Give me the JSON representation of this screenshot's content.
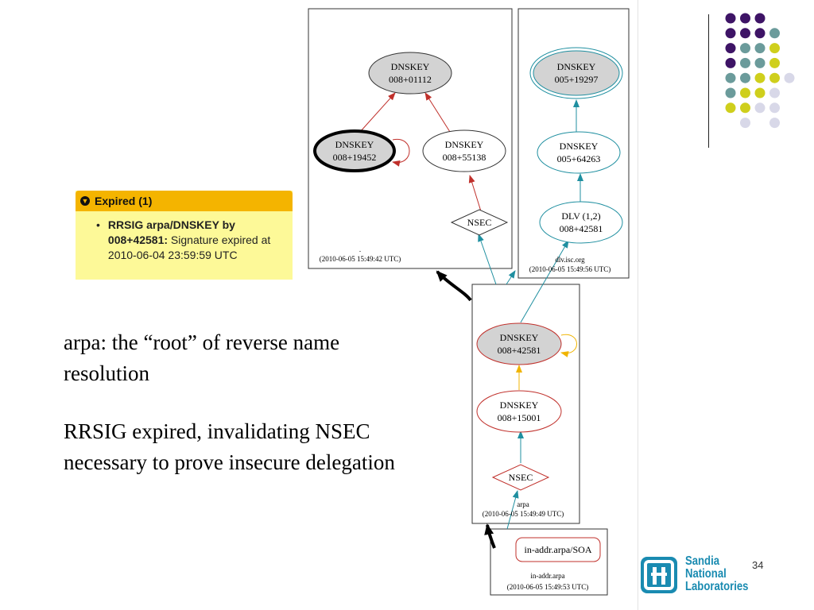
{
  "expired_panel": {
    "header": "Expired (1)",
    "item_bold": "RRSIG arpa/DNSKEY by 008+42581:",
    "item_text": " Signature expired at 2010-06-04 23:59:59 UTC"
  },
  "slide_text": {
    "paragraph1": "arpa: the “root” of reverse name resolution",
    "paragraph2": "RRSIG expired, invalidating NSEC necessary to prove insecure delegation"
  },
  "diagram": {
    "root": {
      "label": ".",
      "timestamp": "(2010-06-05 15:49:42 UTC)",
      "nodes": {
        "ksk_top": [
          "DNSKEY",
          "008+01112"
        ],
        "ksk_left": [
          "DNSKEY",
          "008+19452"
        ],
        "zsk_right": [
          "DNSKEY",
          "008+55138"
        ],
        "nsec": "NSEC"
      }
    },
    "dlv": {
      "label": "dlv.isc.org",
      "timestamp": "(2010-06-05 15:49:56 UTC)",
      "nodes": {
        "ksk_top": [
          "DNSKEY",
          "005+19297"
        ],
        "zsk": [
          "DNSKEY",
          "005+64263"
        ],
        "dlv": [
          "DLV (1,2)",
          "008+42581"
        ]
      }
    },
    "arpa": {
      "label": "arpa",
      "timestamp": "(2010-06-05 15:49:49 UTC)",
      "nodes": {
        "ksk": [
          "DNSKEY",
          "008+42581"
        ],
        "zsk": [
          "DNSKEY",
          "008+15001"
        ],
        "nsec": "NSEC"
      }
    },
    "inaddr": {
      "label": "in-addr.arpa",
      "timestamp": "(2010-06-05 15:49:53 UTC)",
      "nodes": {
        "soa": "in-addr.arpa/SOA"
      }
    }
  },
  "logo": {
    "line1": "Sandia",
    "line2": "National",
    "line3": "Laboratories"
  },
  "page_number": "34",
  "colors": {
    "purple": "#3e1466",
    "teal": "#6b9b9b",
    "yellow": "#cfcf1c",
    "lavender": "#d8d8e8",
    "expired_header": "#f4b400",
    "expired_body": "#fdf998",
    "edge_red": "#c0302b",
    "edge_teal": "#1f8fa0",
    "edge_yellow": "#f0b400",
    "node_gray": "#d3d3d3",
    "sandia_blue": "#1a8bb1"
  }
}
